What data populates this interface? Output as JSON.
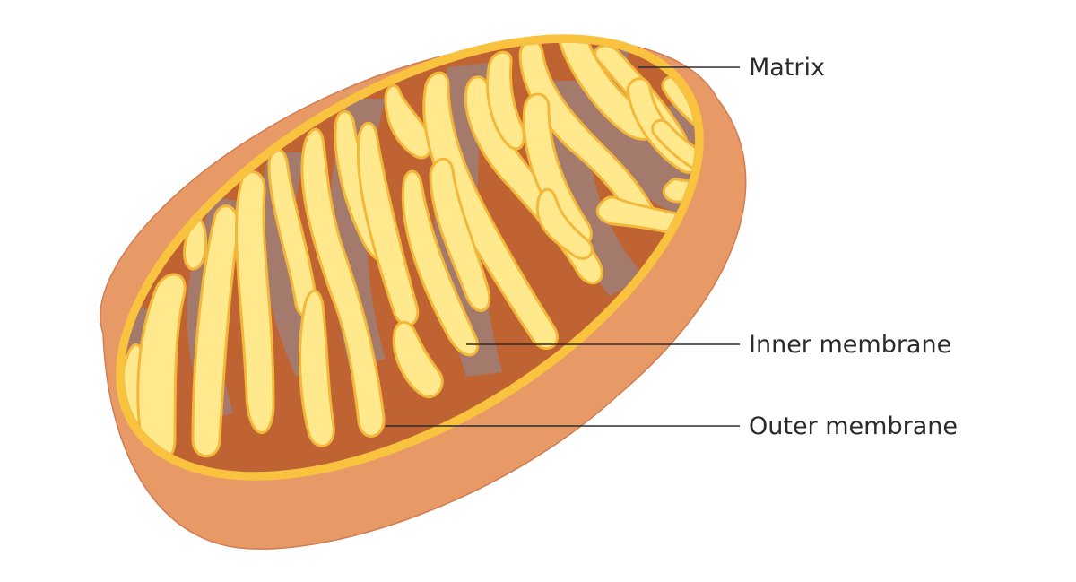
{
  "labels": {
    "matrix": "Matrix",
    "inner_membrane": "Inner membrane",
    "outer_membrane": "Outer membrane"
  },
  "colors": {
    "outer_shell": "#E79A66",
    "outer_shell_edge": "#D07C55",
    "rim": "#F9C33F",
    "interior": "#BF6332",
    "matrix_shadow": "#A47A6C",
    "cristae_fill": "#FFE98C",
    "cristae_edge": "#F4B73A",
    "leader_line": "#2b2b2b",
    "label_text": "#2b2b2b"
  }
}
